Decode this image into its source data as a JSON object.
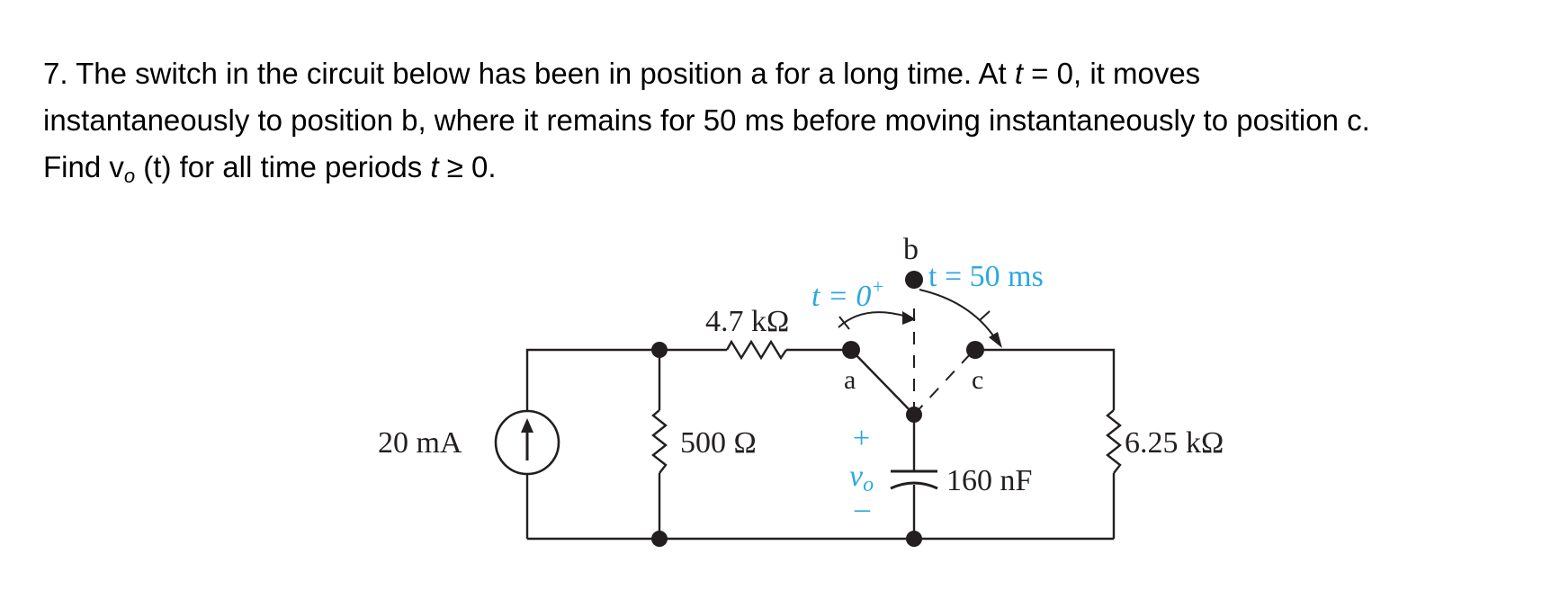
{
  "problem": {
    "number": "7.",
    "line1_a": "The switch in the circuit below has been in position a for a long time. At ",
    "t_var": "t",
    "line1_b": " = 0, it moves",
    "line2": "instantaneously to position b, where it remains for 50 ms before moving instantaneously to position c.",
    "line3_a": "Find v",
    "line3_sub": "o",
    "line3_b": " (t) for all time periods ",
    "line3_c": " ≥ 0."
  },
  "circuit": {
    "source_label": "20 mA",
    "r1_label": "4.7 kΩ",
    "r2_label": "500 Ω",
    "r3_label": "6.25 kΩ",
    "cap_label": "160 nF",
    "node_a": "a",
    "node_b": "b",
    "node_c": "c",
    "switch_time_1": "t = 0",
    "switch_time_1_sup": "+",
    "switch_time_2": "t = 50 ms",
    "vo_plus": "+",
    "vo_label": "v",
    "vo_sub": "o",
    "vo_minus": "–",
    "accent_color": "#2aa9e0"
  }
}
